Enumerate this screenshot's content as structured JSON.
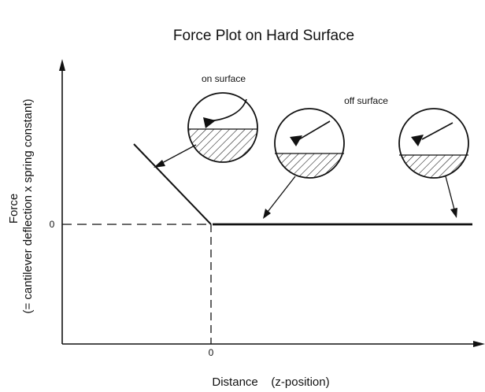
{
  "title": "Force Plot on Hard Surface",
  "x_axis": {
    "label": "Distance    (z-position)",
    "zero_label": "0"
  },
  "y_axis": {
    "label_line1": "Force",
    "label_line2": "(= cantilever deflection x spring constant)",
    "zero_label": "0"
  },
  "annotations": {
    "on_surface": "on surface",
    "off_surface": "off surface"
  },
  "colors": {
    "ink": "#111111",
    "background": "#ffffff"
  }
}
